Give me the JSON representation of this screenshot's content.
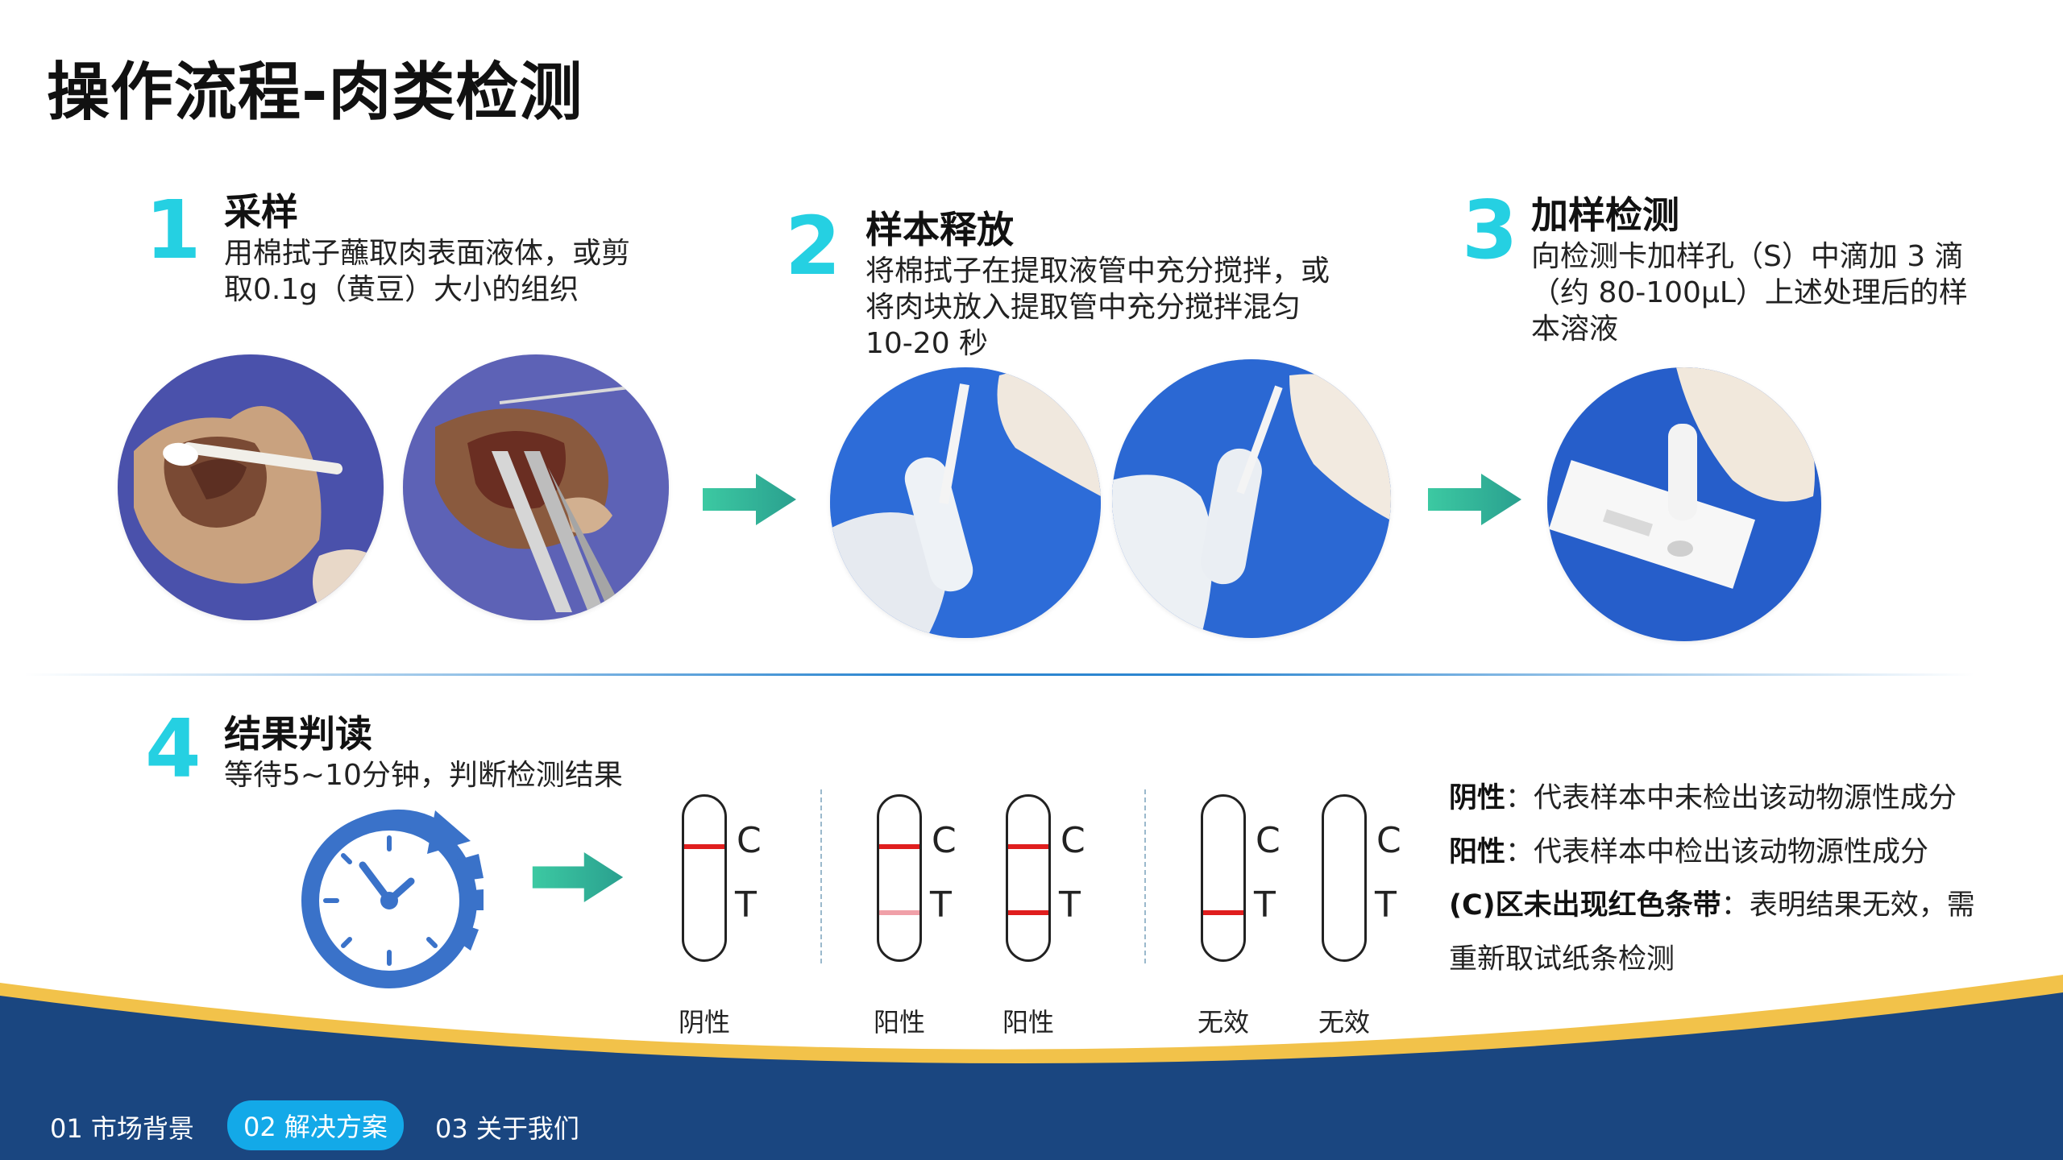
{
  "page_title": "操作流程-肉类检测",
  "steps": [
    {
      "num": "1",
      "title": "采样",
      "desc_lines": [
        "用棉拭子蘸取肉表面液体，或剪",
        "取0.1g（黄豆）大小的组织"
      ]
    },
    {
      "num": "2",
      "title": "样本释放",
      "desc_lines": [
        "将棉拭子在提取液管中充分搅拌，或",
        "将肉块放入提取管中充分搅拌混匀",
        "10-20 秒"
      ]
    },
    {
      "num": "3",
      "title": "加样检测",
      "desc_lines": [
        "向检测卡加样孔（S）中滴加 3 滴",
        "（约 80-100μL）上述处理后的样",
        "本溶液"
      ]
    },
    {
      "num": "4",
      "title": "结果判读",
      "desc_lines": [
        "等待5~10分钟，判断检测结果"
      ]
    }
  ],
  "strips": [
    {
      "label": "阴性",
      "c": "C",
      "t": "T",
      "c_line": "strong",
      "t_line": "none"
    },
    {
      "label": "阳性",
      "c": "C",
      "t": "T",
      "c_line": "strong",
      "t_line": "faint"
    },
    {
      "label": "阳性",
      "c": "C",
      "t": "T",
      "c_line": "strong",
      "t_line": "strong"
    },
    {
      "label": "无效",
      "c": "C",
      "t": "T",
      "c_line": "none",
      "t_line": "strong"
    },
    {
      "label": "无效",
      "c": "C",
      "t": "T",
      "c_line": "none",
      "t_line": "none"
    }
  ],
  "legend": [
    {
      "term": "阴性",
      "text": "：代表样本中未检出该动物源性成分"
    },
    {
      "term": "阳性",
      "text": "：代表样本中检出该动物源性成分"
    },
    {
      "term": "(C)区未出现红色条带",
      "text": "：表明结果无效，需"
    },
    {
      "term": "",
      "text": "重新取试纸条检测"
    }
  ],
  "nav": [
    {
      "label": "01 市场背景",
      "active": false
    },
    {
      "label": "02 解决方案",
      "active": true
    },
    {
      "label": "03 关于我们",
      "active": false
    }
  ],
  "colors": {
    "step_number": "#25d0e2",
    "arrow": "#2fb59a",
    "band_red": "#e01e1e",
    "band_faint": "#f0a0a8",
    "footer_navy": "#1a4680",
    "footer_gold": "#f2c24a",
    "nav_active": "#13a9e8",
    "clock_blue": "#3a72c9"
  },
  "icons": [
    "right-arrow-icon",
    "clock-icon"
  ]
}
